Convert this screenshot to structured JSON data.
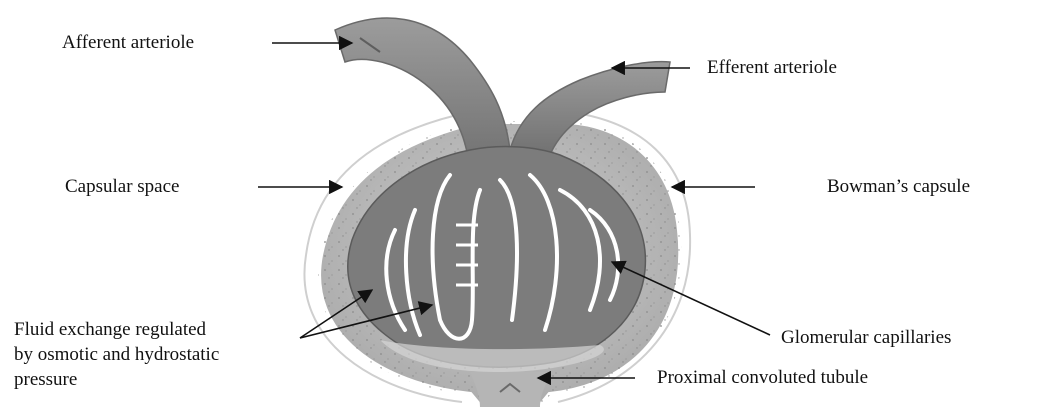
{
  "labels": {
    "afferent": "Afferent arteriole",
    "efferent": "Efferent arteriole",
    "capsular_space": "Capsular space",
    "bowmans_capsule": "Bowman’s capsule",
    "glomerular_capillaries": "Glomerular capillaries",
    "proximal_tubule": "Proximal convoluted tubule",
    "fluid_exchange": [
      "Fluid exchange regulated",
      "by osmotic and hydrostatic",
      "pressure"
    ]
  },
  "colors": {
    "vessel": "#8a8a8a",
    "vessel_dark": "#5e5e5e",
    "capsule_fill": "#bdbdbd",
    "capsule_speckle": "#9a9a9a",
    "outline": "#ffffff",
    "arrow": "#111111"
  }
}
